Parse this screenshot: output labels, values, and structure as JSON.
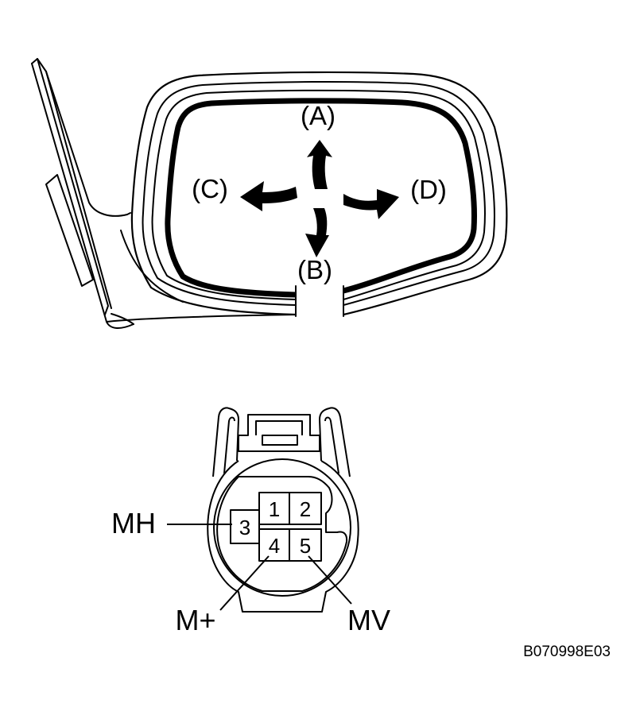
{
  "mirror": {
    "directions": {
      "up": "(A)",
      "down": "(B)",
      "left": "(C)",
      "right": "(D)"
    }
  },
  "connector": {
    "pins": [
      "1",
      "2",
      "3",
      "4",
      "5"
    ],
    "signals": {
      "mh": "MH",
      "m_plus": "M+",
      "mv": "MV"
    }
  },
  "figure_code": "B070998E03"
}
